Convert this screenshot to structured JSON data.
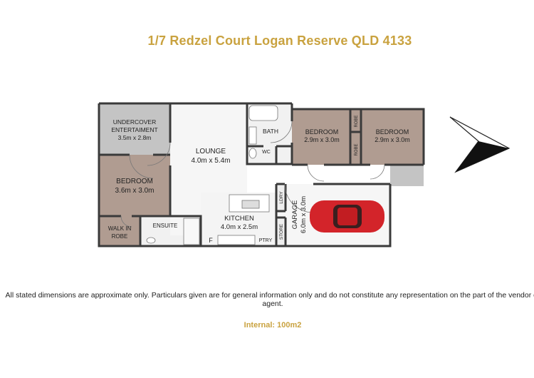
{
  "title": "1/7 Redzel Court Logan Reserve QLD 4133",
  "rooms": {
    "undercover": {
      "name_line1": "UNDERCOVER",
      "name_line2": "ENTERTAIMENT",
      "size": "3.5m x 2.8m"
    },
    "bedroom_main": {
      "name": "BEDROOM",
      "size": "3.6m x 3.0m"
    },
    "walk_in_robe": {
      "line1": "WALK IN",
      "line2": "ROBE"
    },
    "ensuite": {
      "name": "ENSUITE"
    },
    "lounge": {
      "name": "LOUNGE",
      "size": "4.0m x 5.4m"
    },
    "kitchen": {
      "name": "KITCHEN",
      "size": "4.0m x 2.5m"
    },
    "fridge": {
      "label": "F"
    },
    "pantry": {
      "label": "PTRY"
    },
    "bath": {
      "name": "BATH"
    },
    "wc": {
      "name": "WC"
    },
    "bedroom_2": {
      "name": "BEDROOM",
      "size": "2.9m x 3.0m"
    },
    "bedroom_3": {
      "name": "BEDROOM",
      "size": "2.9m x 3.0m"
    },
    "robe_1": {
      "label": "ROBE"
    },
    "robe_2": {
      "label": "ROBE"
    },
    "laundry": {
      "label": "LDRY"
    },
    "store": {
      "label": "STORE"
    },
    "garage": {
      "name": "GARAGE",
      "size": "6.0m x 3.0m"
    }
  },
  "disclaimer": "All stated dimensions are approximate only. Particulars given are for general information only and do not constitute any representation on the part of the vendor or agent.",
  "internal": "Internal: 100m2",
  "colors": {
    "accent": "#c9a23f",
    "wall": "#3a3a3a",
    "wood_floor": "#b09c91",
    "tile_floor": "#f1f1f1",
    "outdoor": "#c4c4c4",
    "car": "#d3242a"
  }
}
